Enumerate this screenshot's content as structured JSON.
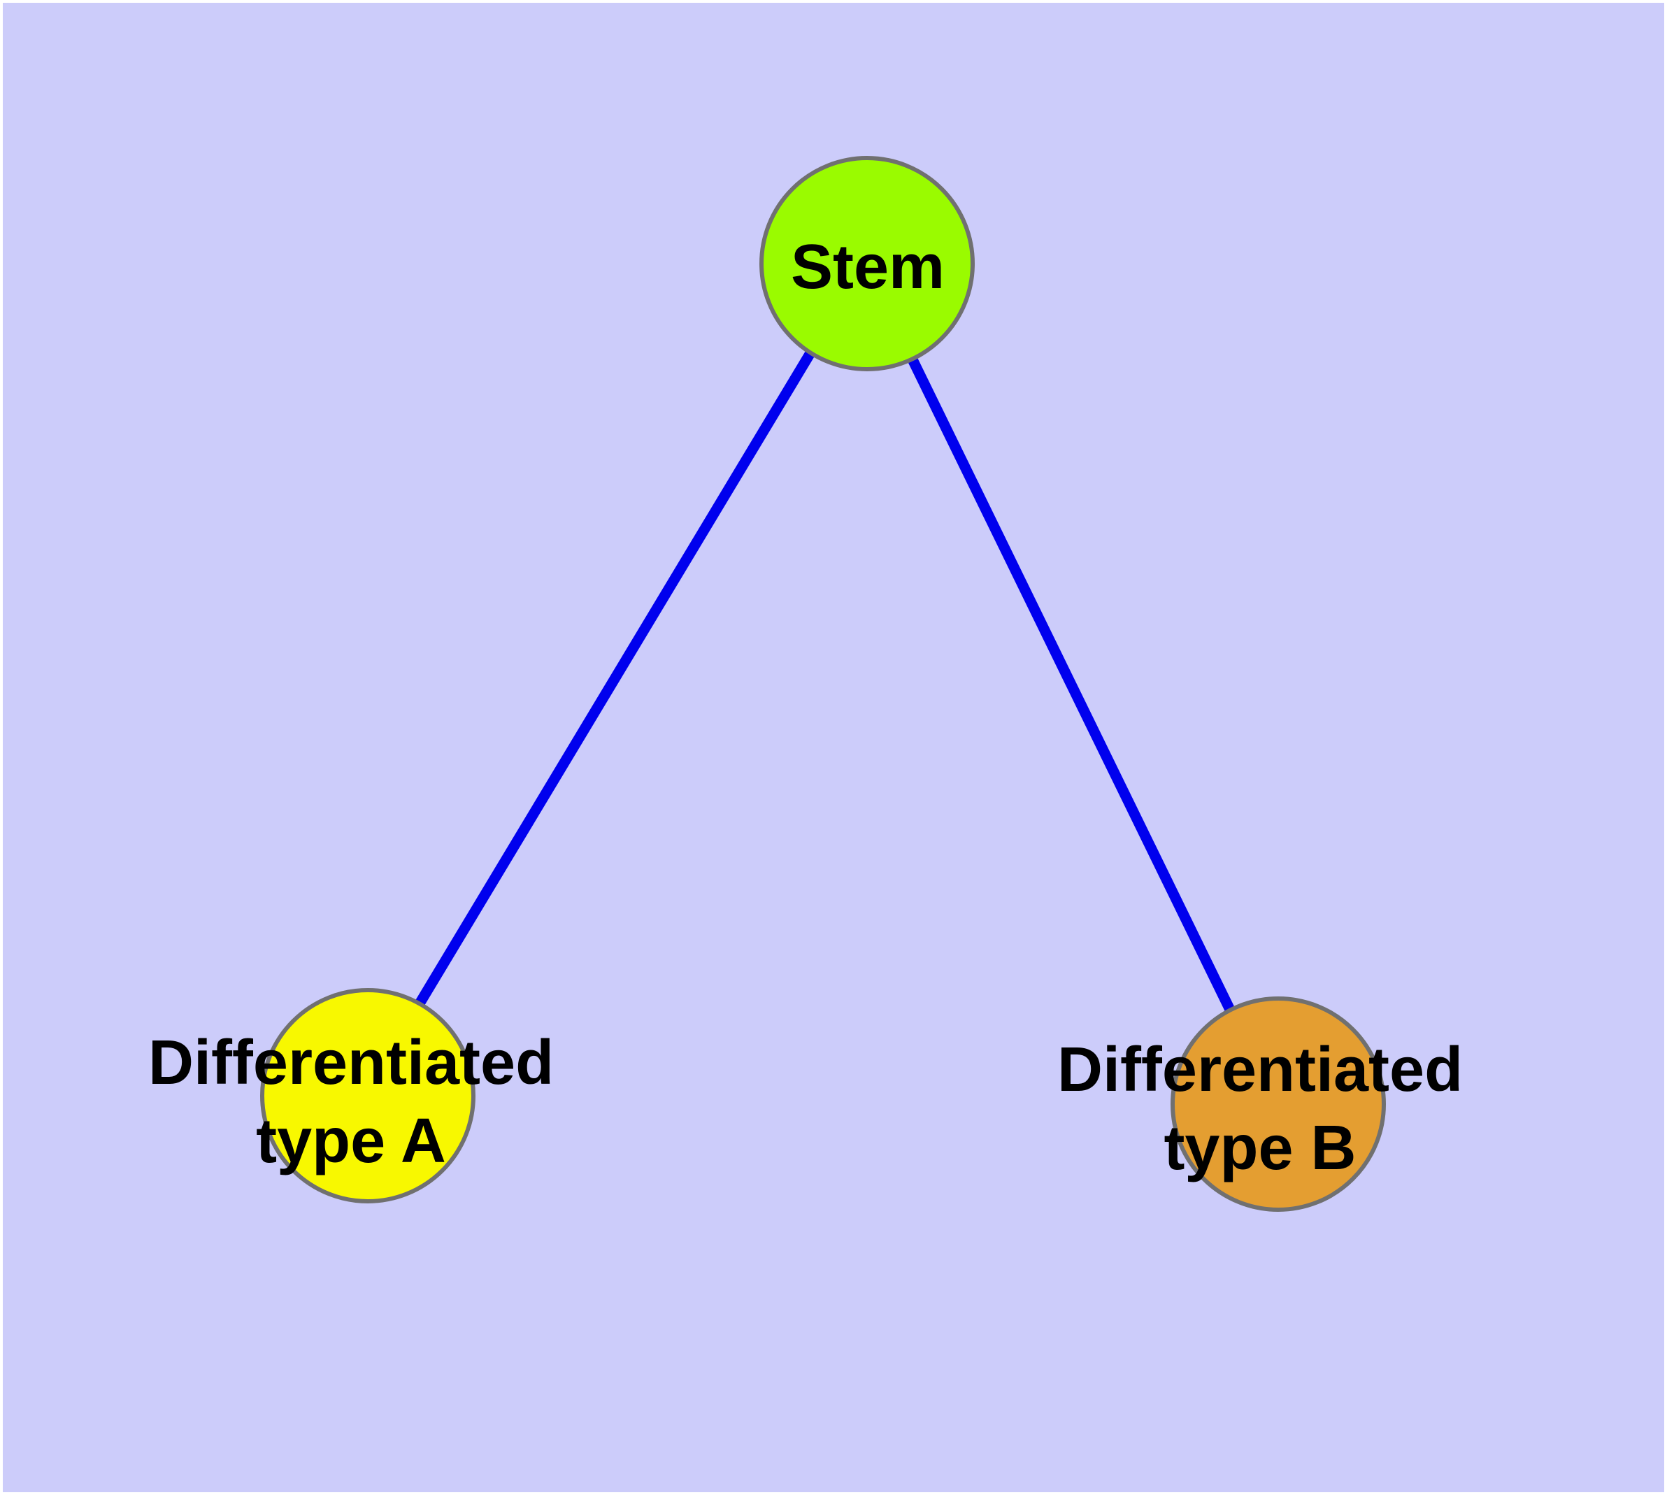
{
  "diagram": {
    "background_color": "#CCCCFA",
    "edge_color": "#0000EE",
    "node_border_color": "#707070",
    "label_color": "#000000",
    "nodes": [
      {
        "id": "stem",
        "label": "Stem",
        "fill": "#9AFB00"
      },
      {
        "id": "differentiated-type-a",
        "label_lines": [
          "Differentiated",
          "type A"
        ],
        "fill": "#F8F800"
      },
      {
        "id": "differentiated-type-b",
        "label_lines": [
          "Differentiated",
          "type B"
        ],
        "fill": "#E49E31"
      }
    ],
    "edges": [
      {
        "from": "stem",
        "to": "differentiated-type-a"
      },
      {
        "from": "stem",
        "to": "differentiated-type-b"
      }
    ]
  }
}
